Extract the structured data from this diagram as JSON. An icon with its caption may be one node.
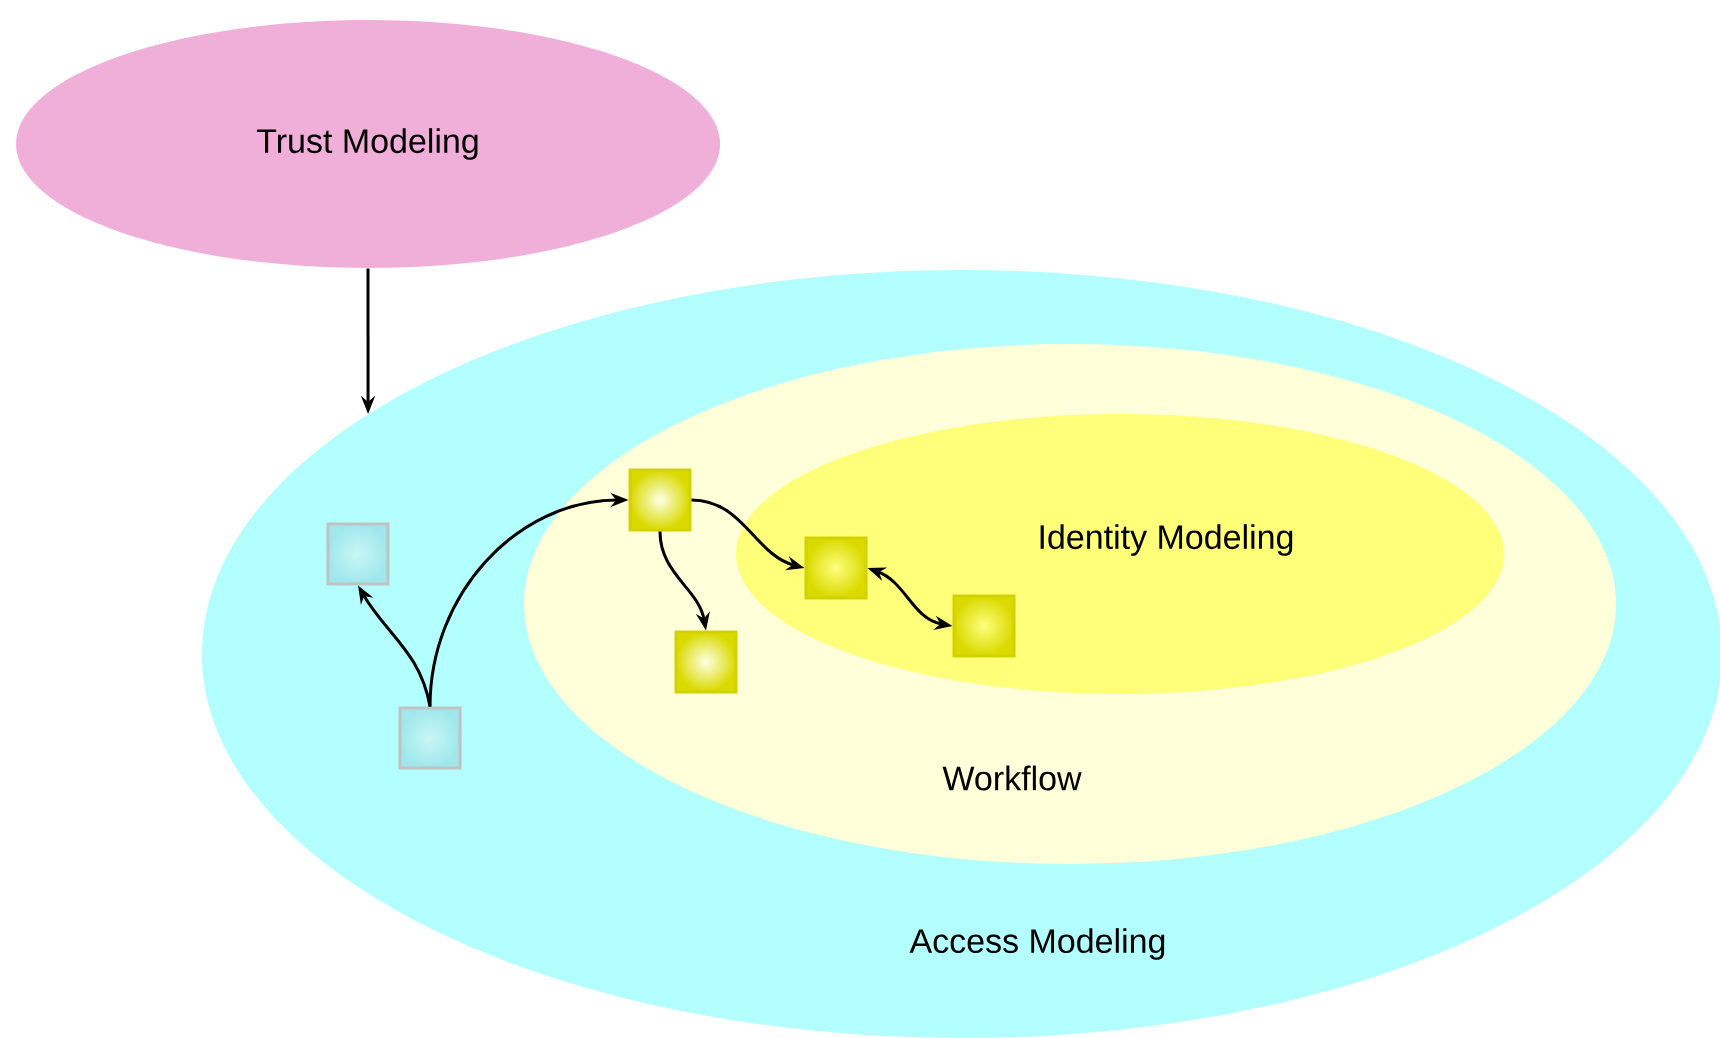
{
  "diagram": {
    "nodes": [
      {
        "text": [
          "Trust Modeling"
        ]
      },
      {
        "text": [
          "Access Modeling"
        ]
      },
      {
        "text": [
          "Workflow"
        ],
        "in": 1
      },
      {
        "text": [
          "Identity Modeling"
        ],
        "in": 2
      },
      {
        "text": [],
        "shape": "box",
        "in": 1
      },
      {
        "text": [],
        "shape": "box",
        "in": 1
      },
      {
        "text": [],
        "shape": "box",
        "in": 2
      },
      {
        "text": [],
        "shape": "box",
        "in": 2
      },
      {
        "text": [],
        "shape": "box",
        "in": 3
      },
      {
        "text": [],
        "shape": "box",
        "in": 3
      }
    ],
    "edges": [
      {
        "from": 0,
        "to": 1,
        "arrow": "to"
      },
      {
        "from": 5,
        "to": 4,
        "arrow": "to"
      },
      {
        "from": 5,
        "to": 6,
        "arrow": "to"
      },
      {
        "from": 6,
        "to": 8,
        "arrow": "to"
      },
      {
        "from": 6,
        "to": 7,
        "arrow": "to"
      },
      {
        "from": 8,
        "to": 9,
        "arrow": "both"
      }
    ]
  }
}
